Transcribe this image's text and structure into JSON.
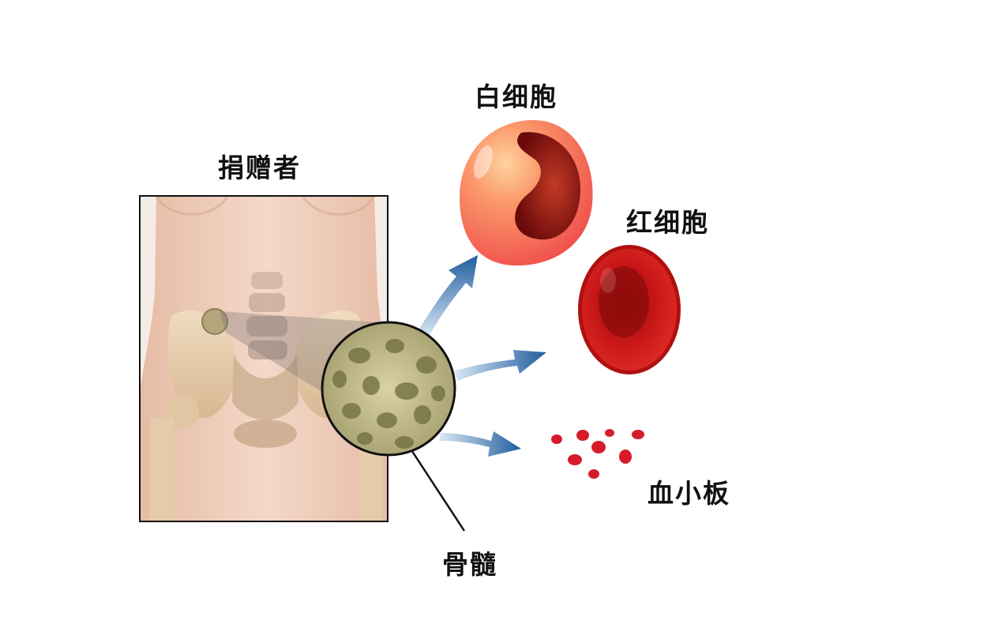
{
  "labels": {
    "donor": "捐赠者",
    "white_blood_cell": "白细胞",
    "red_blood_cell": "红细胞",
    "platelet": "血小板",
    "bone_marrow": "骨髓"
  },
  "colors": {
    "arrow": "#2c6aa8",
    "white_cell_outer": "#f25a55",
    "white_cell_nucleus": "#8a1010",
    "red_cell": "#c81515",
    "platelet": "#d61c2a",
    "marrow": "#8d8a58",
    "skin": "#efcdb9",
    "bone": "#e7cfb0"
  }
}
